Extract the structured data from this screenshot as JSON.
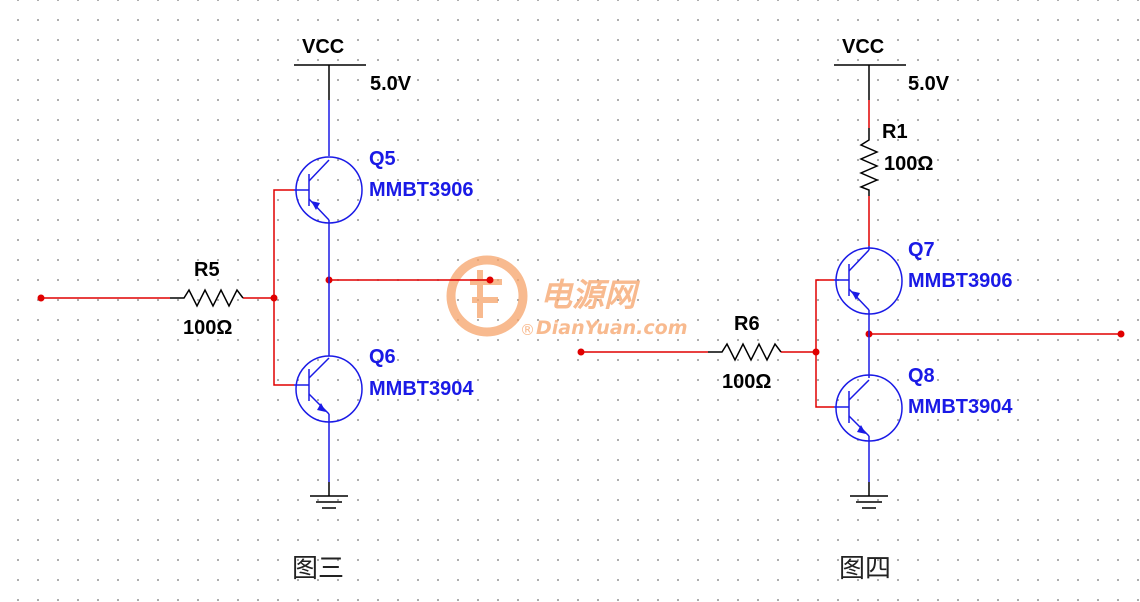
{
  "watermark": {
    "name": "电源网",
    "site": "DianYuan.com"
  },
  "figures": [
    {
      "caption": "图三",
      "vcc": {
        "label": "VCC",
        "value": "5.0V"
      },
      "input_resistor": {
        "ref": "R5",
        "value": "100Ω"
      },
      "pnp": {
        "ref": "Q5",
        "part": "MMBT3906"
      },
      "npn": {
        "ref": "Q6",
        "part": "MMBT3904"
      }
    },
    {
      "caption": "图四",
      "vcc": {
        "label": "VCC",
        "value": "5.0V"
      },
      "pullup_resistor": {
        "ref": "R1",
        "value": "100Ω"
      },
      "input_resistor": {
        "ref": "R6",
        "value": "100Ω"
      },
      "pnp": {
        "ref": "Q7",
        "part": "MMBT3906"
      },
      "npn": {
        "ref": "Q8",
        "part": "MMBT3904"
      }
    }
  ],
  "colors": {
    "wire": "#e00000",
    "component": "#1a1ae6",
    "resistor": "#000000",
    "label": "#000000",
    "part_label": "#1a1ae6",
    "grid_dot": "#9a9a9a",
    "watermark": "#f6a46a"
  }
}
